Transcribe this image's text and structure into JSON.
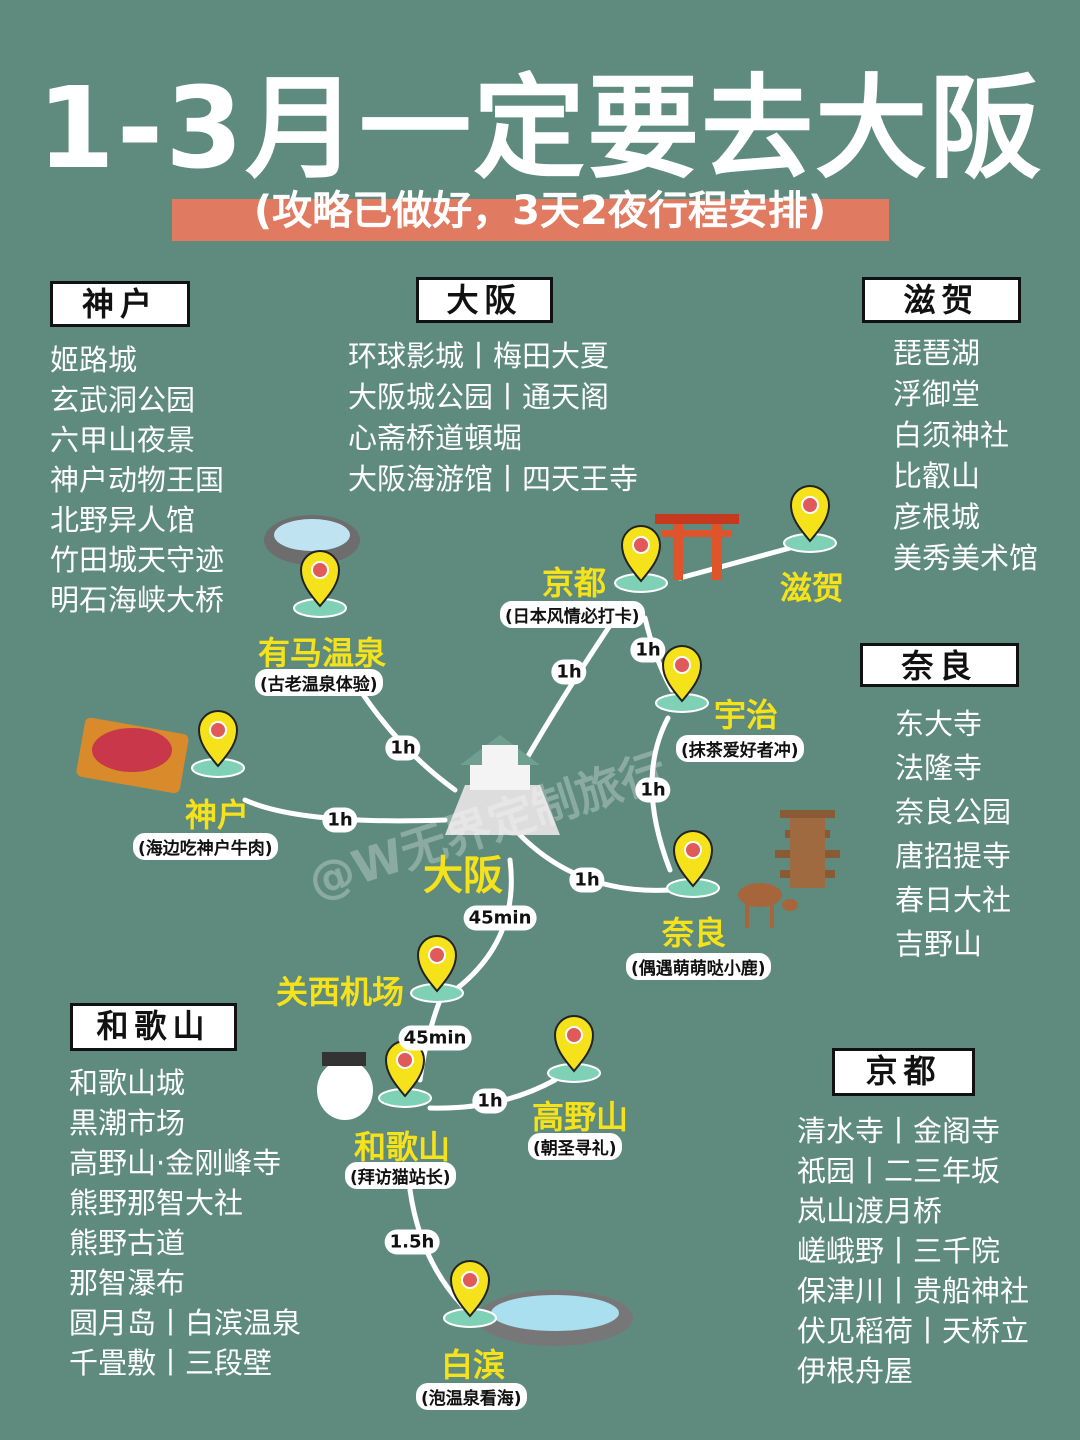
{
  "title": "1-3月一定要去大阪",
  "subtitle": "(攻略已做好，3天2夜行程安排)",
  "colors": {
    "background": "#5f8b7f",
    "accent_bar": "#e07a60",
    "place_label": "#f5e21a",
    "pin": "#f5e21a"
  },
  "sections": {
    "kobe": {
      "header": "神户",
      "items": [
        "姬路城",
        "玄武洞公园",
        "六甲山夜景",
        "神户动物王国",
        "北野异人馆",
        "竹田城天守迹",
        "明石海峡大桥"
      ]
    },
    "osaka": {
      "header": "大阪",
      "items": [
        "环球影城丨梅田大夏",
        "大阪城公园丨通天阁",
        "心斋桥道頓堀",
        "大阪海游馆丨四天王寺"
      ]
    },
    "shiga": {
      "header": "滋贺",
      "items": [
        "琵琶湖",
        "浮御堂",
        "白须神社",
        "比叡山",
        "彦根城",
        "美秀美术馆"
      ]
    },
    "nara": {
      "header": "奈良",
      "items": [
        "东大寺",
        "法隆寺",
        "奈良公园",
        "唐招提寺",
        "春日大社",
        "吉野山"
      ]
    },
    "wakayama": {
      "header": "和歌山",
      "items": [
        "和歌山城",
        "黒潮市场",
        "高野山·金刚峰寺",
        "熊野那智大社",
        "熊野古道",
        "那智瀑布",
        "圆月岛丨白滨温泉",
        "千畳敷丨三段壁"
      ]
    },
    "kyoto": {
      "header": "京都",
      "items": [
        "清水寺丨金阁寺",
        "祇园丨二三年坂",
        "岚山渡月桥",
        "嵯峨野丨三千院",
        "保津川丨贵船神社",
        "伏见稻荷丨天桥立",
        "伊根舟屋"
      ]
    }
  },
  "map": {
    "places": {
      "arima": {
        "name": "有马温泉",
        "note": "(古老温泉体验)"
      },
      "kyoto": {
        "name": "京都",
        "note": "(日本风情必打卡)"
      },
      "shiga": {
        "name": "滋贺"
      },
      "uji": {
        "name": "宇治",
        "note": "(抹茶爱好者冲)"
      },
      "kobe": {
        "name": "神户",
        "note": "(海边吃神户牛肉)"
      },
      "osaka": {
        "name": "大阪"
      },
      "nara": {
        "name": "奈良",
        "note": "(偶遇萌萌哒小鹿)"
      },
      "kix": {
        "name": "关西机场"
      },
      "wakayama": {
        "name": "和歌山",
        "note": "(拜访猫站长)"
      },
      "koya": {
        "name": "高野山",
        "note": "(朝圣寻礼)"
      },
      "shirahama": {
        "name": "白滨",
        "note": "(泡温泉看海)"
      }
    },
    "durations": {
      "arima_osaka": "1h",
      "kobe_osaka": "1h",
      "osaka_kyoto": "1h",
      "kyoto_uji": "1h",
      "uji_nara": "1h",
      "osaka_nara": "1h",
      "osaka_kix": "45min",
      "kix_wakayama": "45min",
      "wakayama_koya": "1h",
      "wakayama_shirahama": "1.5h"
    }
  },
  "watermark": "@W无界定制旅行"
}
